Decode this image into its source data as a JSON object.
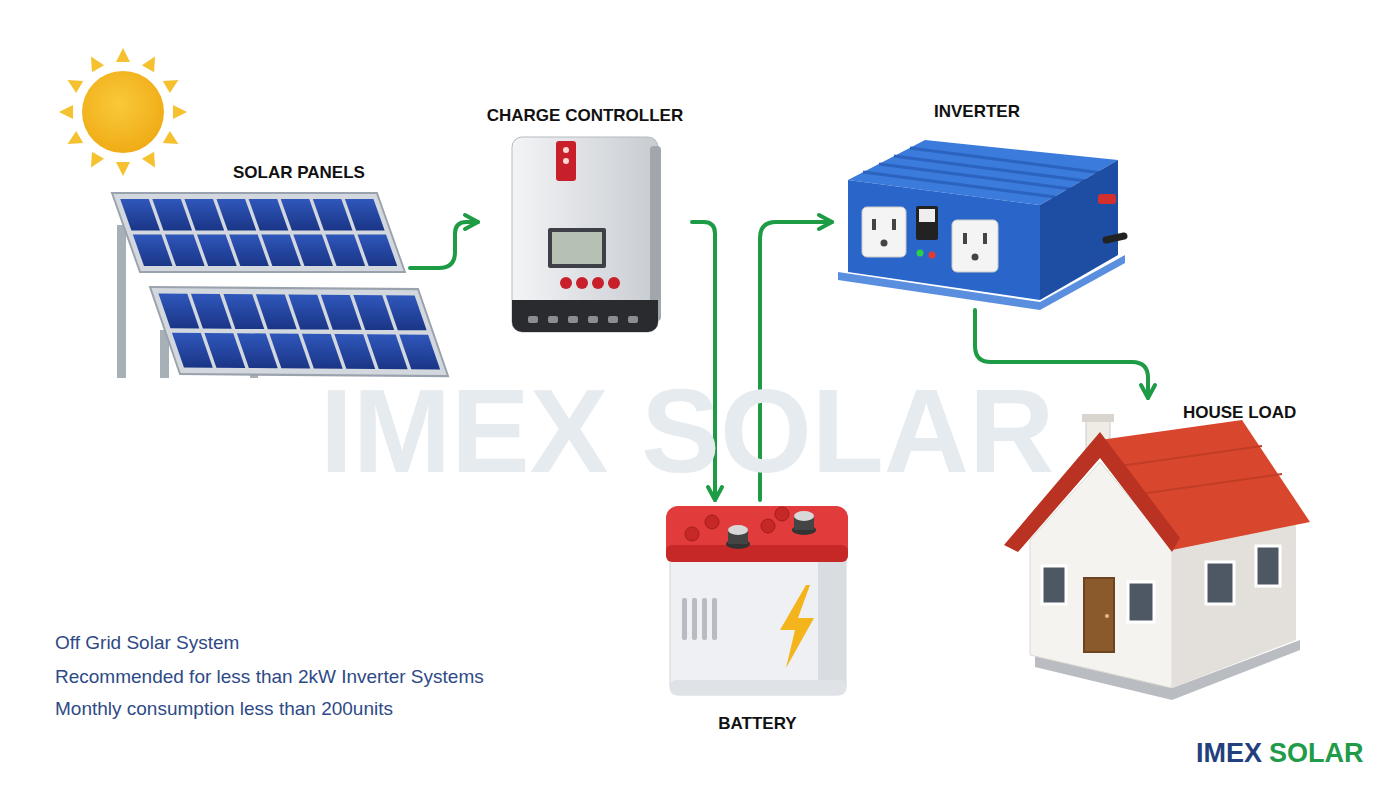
{
  "diagram": {
    "nodes": [
      {
        "text": [
          "SOLAR PANELS"
        ]
      },
      {
        "text": [
          "CHARGE CONTROLLER"
        ]
      },
      {
        "text": [
          "BATTERY"
        ]
      },
      {
        "text": [
          "INVERTER"
        ]
      },
      {
        "text": [
          "HOUSE LOAD"
        ]
      }
    ],
    "edges": [
      {
        "from": 0,
        "to": 1,
        "arrow": "to"
      },
      {
        "from": 1,
        "to": 2,
        "arrow": "to"
      },
      {
        "from": 2,
        "to": 3,
        "arrow": "to"
      },
      {
        "from": 3,
        "to": 4,
        "arrow": "to"
      }
    ],
    "labels": [
      "IMEX SOLAR",
      "Off Grid Solar System",
      "Recommended for less than 2kW Inverter Systems",
      "Monthly consumption less than 200units",
      "IMEX",
      "SOLAR"
    ]
  }
}
